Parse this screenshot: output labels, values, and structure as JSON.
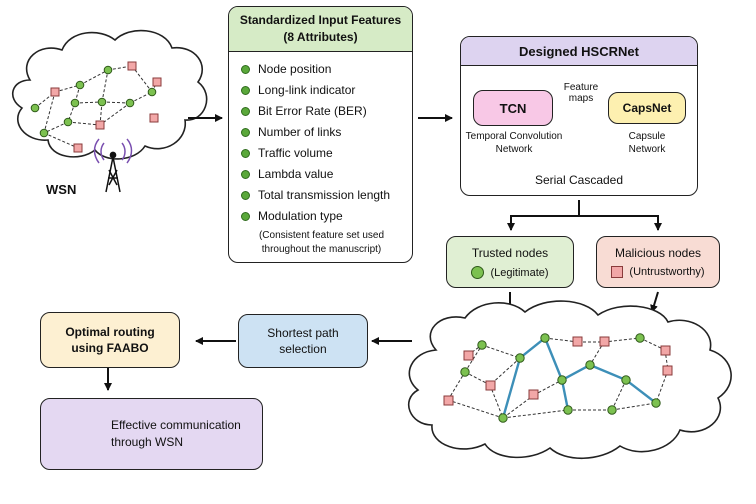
{
  "wsn": {
    "label": "WSN"
  },
  "features": {
    "title_line1": "Standardized Input Features",
    "title_line2": "(8 Attributes)",
    "items": [
      "Node position",
      "Long-link indicator",
      "Bit Error Rate (BER)",
      "Number of links",
      "Traffic volume",
      "Lambda value",
      "Total transmission length",
      "Modulation type"
    ],
    "note_line1": "(Consistent feature set used",
    "note_line2": "throughout the manuscript)"
  },
  "hscrnet": {
    "title": "Designed HSCRNet",
    "tcn_label": "TCN",
    "tcn_desc_line1": "Temporal Convolution",
    "tcn_desc_line2": "Network",
    "arrow_label_line1": "Feature",
    "arrow_label_line2": "maps",
    "capsnet_label": "CapsNet",
    "capsnet_desc_line1": "Capsule",
    "capsnet_desc_line2": "Network",
    "footer": "Serial Cascaded"
  },
  "trusted": {
    "title": "Trusted nodes",
    "subtitle": "(Legitimate)"
  },
  "malicious": {
    "title": "Malicious nodes",
    "subtitle": "(Untrustworthy)"
  },
  "shortest": {
    "line1": "Shortest path",
    "line2": "selection"
  },
  "routing": {
    "line1": "Optimal routing",
    "line2": "using FAABO"
  },
  "communication": {
    "line1": "Effective communication",
    "line2": "through WSN"
  },
  "colors": {
    "features_header": "#d6ebc6",
    "hscrnet_header": "#ddd3f0",
    "tcn": "#f8c8e6",
    "capsnet": "#fdf0b0",
    "trusted": "#e0efd3",
    "malicious": "#f8dcd4",
    "shortest": "#cde2f3",
    "routing": "#fdf0d2",
    "communication": "#e4d8f2",
    "node_green": "#7cc150",
    "node_red": "#f2a7a7",
    "path_blue": "#3d8fb8"
  }
}
